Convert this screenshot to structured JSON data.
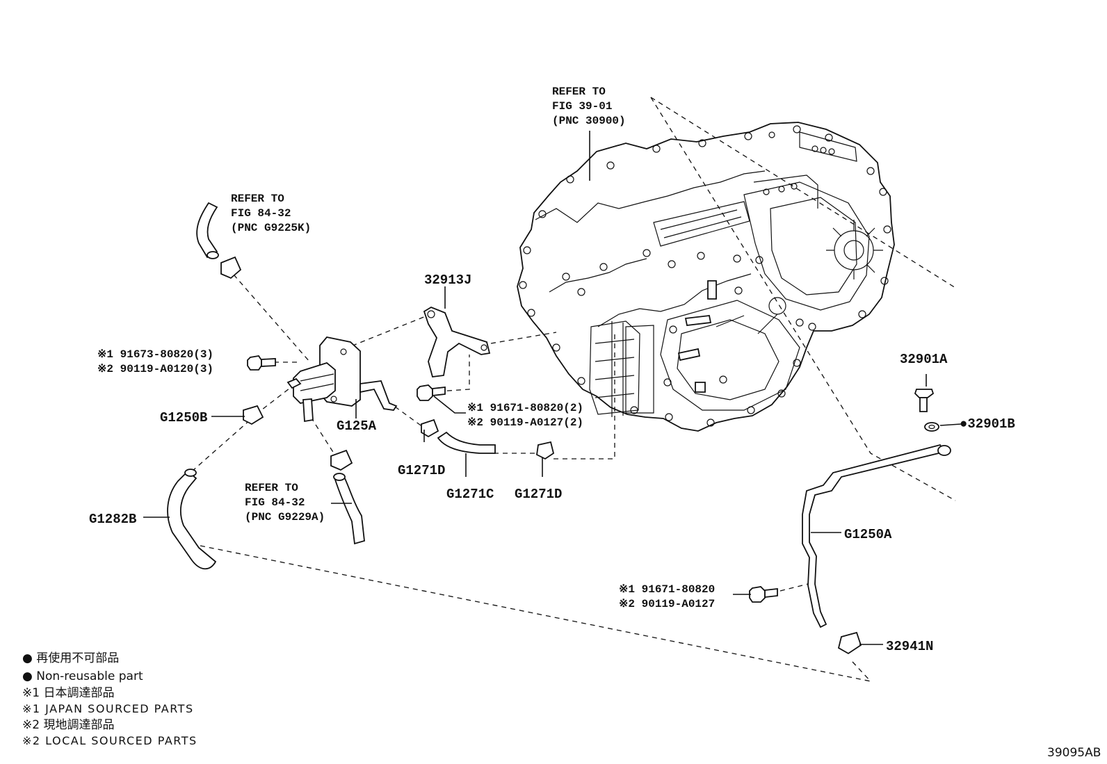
{
  "refs": {
    "top": [
      "REFER TO",
      "FIG 39-01",
      "(PNC 30900)"
    ],
    "upper_left": [
      "REFER TO",
      "FIG 84-32",
      "(PNC G9225K)"
    ],
    "lower": [
      "REFER TO",
      "FIG 84-32",
      "(PNC G9229A)"
    ]
  },
  "parts": {
    "p32913J": "32913J",
    "p32901A": "32901A",
    "p32901B": "●32901B",
    "g1250b": "G1250B",
    "g125a": "G125A",
    "g1271d_a": "G1271D",
    "g1271c": "G1271C",
    "g1271d_b": "G1271D",
    "g1282b": "G1282B",
    "g1250a": "G1250A",
    "p32941n": "32941N"
  },
  "callouts": {
    "left_bolt": [
      "※1 91673-80820(3)",
      "※2 90119-A0120(3)"
    ],
    "mid_bolt": [
      "※1 91671-80820(2)",
      "※2 90119-A0127(2)"
    ],
    "right_bolt": [
      "※1 91671-80820",
      "※2 90119-A0127"
    ]
  },
  "legend": [
    "● 再使用不可部品",
    "● Non-reusable part",
    "※1 日本調達部品",
    "※1 JAPAN SOURCED PARTS",
    "※2 現地調達部品",
    "※2 LOCAL SOURCED PARTS"
  ],
  "figure_id": "39095AB"
}
